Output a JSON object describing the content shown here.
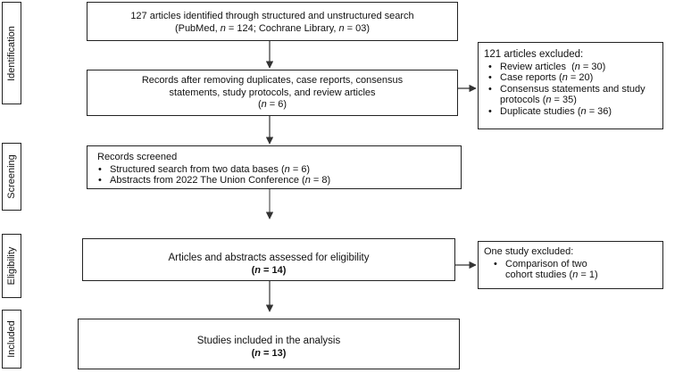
{
  "stages": {
    "identification": "Identification",
    "screening": "Screening",
    "eligibility": "Eligibility",
    "included": "Included"
  },
  "identified": {
    "line1": "127 articles identified through structured and unstructured search",
    "line2_a": "(PubMed, ",
    "n": "n",
    "line2_b": " = 124; Cochrane Library, ",
    "line2_c": " = 03)"
  },
  "after_duplicates": {
    "line1": "Records after removing duplicates, case reports, consensus",
    "line2": "statements, study protocols, and review articles",
    "line3_b": " = 6)",
    "open": "("
  },
  "excluded_1": {
    "title": "121 articles excluded:",
    "items": [
      {
        "label": "Review articles",
        "count": " = 30)"
      },
      {
        "label": "Case reports",
        "count": " = 20)"
      },
      {
        "label": "Consensus statements and study protocols",
        "count": " = 35)"
      },
      {
        "label": "Duplicate studies",
        "count": " = 36)"
      }
    ]
  },
  "screened": {
    "title": "Records screened",
    "items": [
      {
        "label": "Structured search from two data bases ",
        "count": " = 6)"
      },
      {
        "label": "Abstracts from 2022 The Union Conference ",
        "count": " = 8)"
      }
    ]
  },
  "assessed": {
    "line1": "Articles and abstracts assessed for eligibility",
    "count": " = 14)"
  },
  "excluded_2": {
    "title": "One study excluded:",
    "item_line1": "Comparison of two",
    "item_line2": "cohort studies ",
    "count": " = 1)"
  },
  "included_box": {
    "line1": "Studies included in the analysis",
    "count": " = 13)"
  }
}
